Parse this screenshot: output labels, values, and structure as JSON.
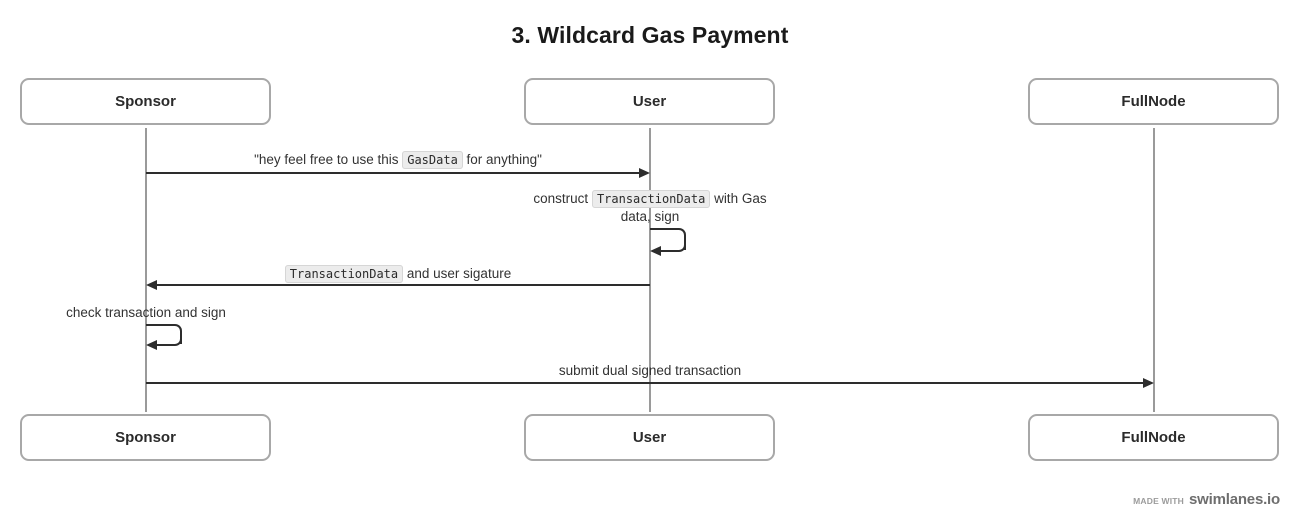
{
  "diagram": {
    "title": "3. Wildcard Gas Payment",
    "type": "sequence-diagram",
    "participants": [
      {
        "id": "sponsor",
        "label": "Sponsor"
      },
      {
        "id": "user",
        "label": "User"
      },
      {
        "id": "fullnode",
        "label": "FullNode"
      }
    ],
    "messages": [
      {
        "id": "m1",
        "from": "sponsor",
        "to": "user",
        "kind": "call",
        "direction": "right",
        "label_parts": [
          {
            "type": "text",
            "value": "\"hey feel free to use this "
          },
          {
            "type": "code",
            "value": "GasData"
          },
          {
            "type": "text",
            "value": " for anything\""
          }
        ]
      },
      {
        "id": "m2",
        "from": "user",
        "to": "user",
        "kind": "self",
        "direction": "self",
        "label_parts": [
          {
            "type": "text",
            "value": "construct "
          },
          {
            "type": "code",
            "value": "TransactionData"
          },
          {
            "type": "text",
            "value": " with Gas data, sign"
          }
        ]
      },
      {
        "id": "m3",
        "from": "user",
        "to": "sponsor",
        "kind": "return",
        "direction": "left",
        "label_parts": [
          {
            "type": "code",
            "value": "TransactionData"
          },
          {
            "type": "text",
            "value": " and user sigature"
          }
        ]
      },
      {
        "id": "m4",
        "from": "sponsor",
        "to": "sponsor",
        "kind": "self",
        "direction": "self",
        "label_parts": [
          {
            "type": "text",
            "value": "check transaction and sign"
          }
        ]
      },
      {
        "id": "m5",
        "from": "sponsor",
        "to": "fullnode",
        "kind": "call",
        "direction": "right",
        "label_parts": [
          {
            "type": "text",
            "value": "submit dual signed transaction"
          }
        ]
      }
    ]
  },
  "watermark": {
    "made_with": "MADE WITH",
    "brand": "swimlanes.io"
  },
  "colors": {
    "background": "#ffffff",
    "title": "#1a1a1a",
    "text": "#333333",
    "box_border": "#a8a8a8",
    "lifeline": "#9a9a9a",
    "arrow": "#2d2d2d",
    "code_chip_bg": "#ececec",
    "watermark": "#6e6e6e"
  }
}
